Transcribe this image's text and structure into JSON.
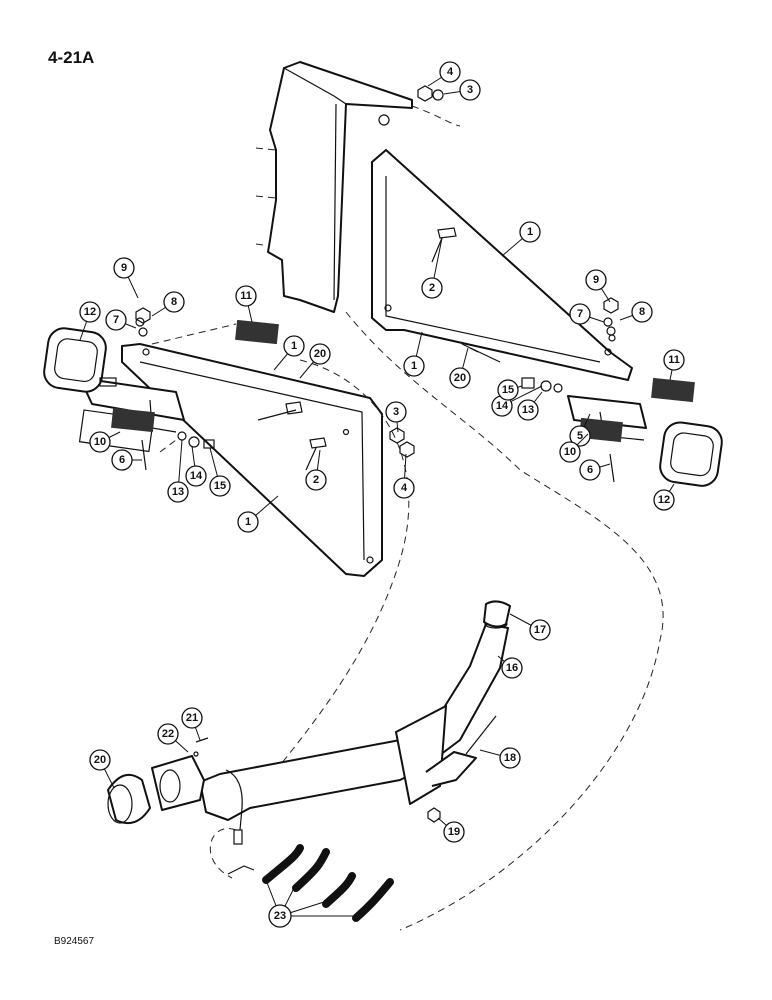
{
  "page": {
    "title": "4-21A",
    "figure_code": "B924567"
  },
  "callouts": [
    {
      "id": "c4a",
      "label": "4"
    },
    {
      "id": "c3a",
      "label": "3"
    },
    {
      "id": "c1a",
      "label": "1"
    },
    {
      "id": "c2a",
      "label": "2"
    },
    {
      "id": "c9a",
      "label": "9"
    },
    {
      "id": "c8a",
      "label": "8"
    },
    {
      "id": "c7a",
      "label": "7"
    },
    {
      "id": "c1b",
      "label": "1"
    },
    {
      "id": "c20a",
      "label": "20"
    },
    {
      "id": "c11a",
      "label": "11"
    },
    {
      "id": "c15a",
      "label": "15"
    },
    {
      "id": "c14a",
      "label": "14"
    },
    {
      "id": "c13a",
      "label": "13"
    },
    {
      "id": "c5a",
      "label": "5"
    },
    {
      "id": "c10a",
      "label": "10"
    },
    {
      "id": "c6a",
      "label": "6"
    },
    {
      "id": "c12a",
      "label": "12"
    },
    {
      "id": "c9b",
      "label": "9"
    },
    {
      "id": "c8b",
      "label": "8"
    },
    {
      "id": "c7b",
      "label": "7"
    },
    {
      "id": "c12b",
      "label": "12"
    },
    {
      "id": "c11b",
      "label": "11"
    },
    {
      "id": "c1c",
      "label": "1"
    },
    {
      "id": "c20b",
      "label": "20"
    },
    {
      "id": "c3b",
      "label": "3"
    },
    {
      "id": "c10b",
      "label": "10"
    },
    {
      "id": "c6b",
      "label": "6"
    },
    {
      "id": "c13b",
      "label": "13"
    },
    {
      "id": "c14b",
      "label": "14"
    },
    {
      "id": "c15b",
      "label": "15"
    },
    {
      "id": "c2b",
      "label": "2"
    },
    {
      "id": "c4b",
      "label": "4"
    },
    {
      "id": "c1d",
      "label": "1"
    },
    {
      "id": "c17",
      "label": "17"
    },
    {
      "id": "c16",
      "label": "16"
    },
    {
      "id": "c21",
      "label": "21"
    },
    {
      "id": "c22",
      "label": "22"
    },
    {
      "id": "c20c",
      "label": "20"
    },
    {
      "id": "c18",
      "label": "18"
    },
    {
      "id": "c19",
      "label": "19"
    },
    {
      "id": "c23",
      "label": "23"
    }
  ]
}
